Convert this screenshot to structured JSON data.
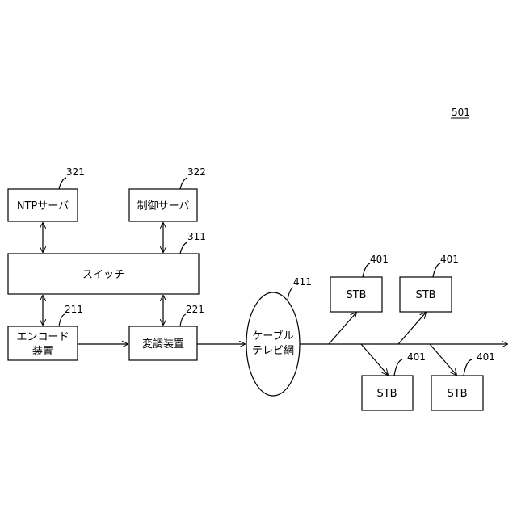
{
  "figure_ref": "501",
  "nodes": {
    "ntp_server": {
      "label": "NTPサーバ",
      "ref": "321"
    },
    "ctrl_server": {
      "label": "制御サーバ",
      "ref": "322"
    },
    "switch": {
      "label": "スイッチ",
      "ref": "311"
    },
    "encoder": {
      "line1": "エンコード",
      "line2": "装置",
      "ref": "211"
    },
    "modulator": {
      "label": "変調装置",
      "ref": "221"
    },
    "cable_net": {
      "line1": "ケーブル",
      "line2": "テレビ網",
      "ref": "411"
    },
    "stb": [
      {
        "label": "STB",
        "ref": "401"
      },
      {
        "label": "STB",
        "ref": "401"
      },
      {
        "label": "STB",
        "ref": "401"
      },
      {
        "label": "STB",
        "ref": "401"
      }
    ]
  }
}
